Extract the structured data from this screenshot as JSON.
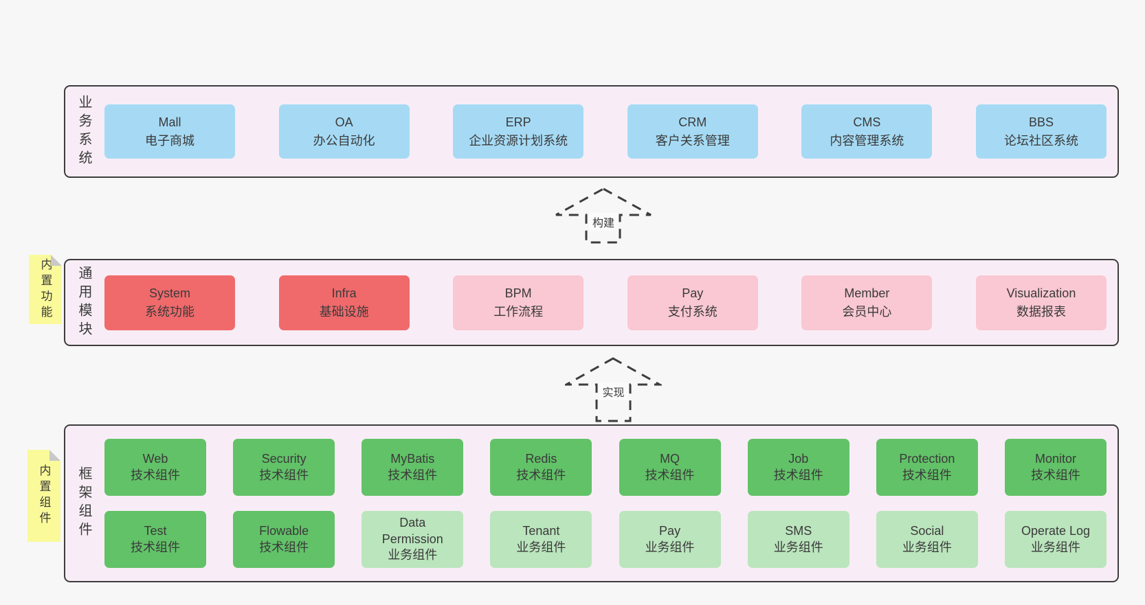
{
  "colors": {
    "page_bg": "#f7f7f7",
    "band_bg": "#f8edf6",
    "band_border": "#3d3d3d",
    "text": "#3a3a3a",
    "blue_box": "#a6daf4",
    "red_box": "#f06a6b",
    "pink_box": "#f9c8d2",
    "green_box": "#62c268",
    "light_green_box": "#bbe5bd",
    "note_yellow": "#fafa9a",
    "note_fold_gray": "#c9c9c9"
  },
  "arrows": [
    {
      "label": "构建"
    },
    {
      "label": "实现"
    }
  ],
  "bands": [
    {
      "label": "业务系统",
      "note": null,
      "rows": [
        [
          {
            "title": "Mall",
            "subtitle": "电子商城",
            "variant": "blue"
          },
          {
            "title": "OA",
            "subtitle": "办公自动化",
            "variant": "blue"
          },
          {
            "title": "ERP",
            "subtitle": "企业资源计划系统",
            "variant": "blue"
          },
          {
            "title": "CRM",
            "subtitle": "客户关系管理",
            "variant": "blue"
          },
          {
            "title": "CMS",
            "subtitle": "内容管理系统",
            "variant": "blue"
          },
          {
            "title": "BBS",
            "subtitle": "论坛社区系统",
            "variant": "blue"
          }
        ]
      ]
    },
    {
      "label": "通用模块",
      "note": "内置功能",
      "rows": [
        [
          {
            "title": "System",
            "subtitle": "系统功能",
            "variant": "red"
          },
          {
            "title": "Infra",
            "subtitle": "基础设施",
            "variant": "red"
          },
          {
            "title": "BPM",
            "subtitle": "工作流程",
            "variant": "pink"
          },
          {
            "title": "Pay",
            "subtitle": "支付系统",
            "variant": "pink"
          },
          {
            "title": "Member",
            "subtitle": "会员中心",
            "variant": "pink"
          },
          {
            "title": "Visualization",
            "subtitle": "数据报表",
            "variant": "pink"
          }
        ]
      ]
    },
    {
      "label": "框架组件",
      "note": "内置组件",
      "rows": [
        [
          {
            "title": "Web",
            "subtitle": "技术组件",
            "variant": "green"
          },
          {
            "title": "Security",
            "subtitle": "技术组件",
            "variant": "green"
          },
          {
            "title": "MyBatis",
            "subtitle": "技术组件",
            "variant": "green"
          },
          {
            "title": "Redis",
            "subtitle": "技术组件",
            "variant": "green"
          },
          {
            "title": "MQ",
            "subtitle": "技术组件",
            "variant": "green"
          },
          {
            "title": "Job",
            "subtitle": "技术组件",
            "variant": "green"
          },
          {
            "title": "Protection",
            "subtitle": "技术组件",
            "variant": "green"
          },
          {
            "title": "Monitor",
            "subtitle": "技术组件",
            "variant": "green"
          }
        ],
        [
          {
            "title": "Test",
            "subtitle": "技术组件",
            "variant": "green"
          },
          {
            "title": "Flowable",
            "subtitle": "技术组件",
            "variant": "green"
          },
          {
            "title": "Data Permission",
            "subtitle": "业务组件",
            "variant": "light-green"
          },
          {
            "title": "Tenant",
            "subtitle": "业务组件",
            "variant": "light-green"
          },
          {
            "title": "Pay",
            "subtitle": "业务组件",
            "variant": "light-green"
          },
          {
            "title": "SMS",
            "subtitle": "业务组件",
            "variant": "light-green"
          },
          {
            "title": "Social",
            "subtitle": "业务组件",
            "variant": "light-green"
          },
          {
            "title": "Operate Log",
            "subtitle": "业务组件",
            "variant": "light-green"
          }
        ]
      ]
    }
  ]
}
